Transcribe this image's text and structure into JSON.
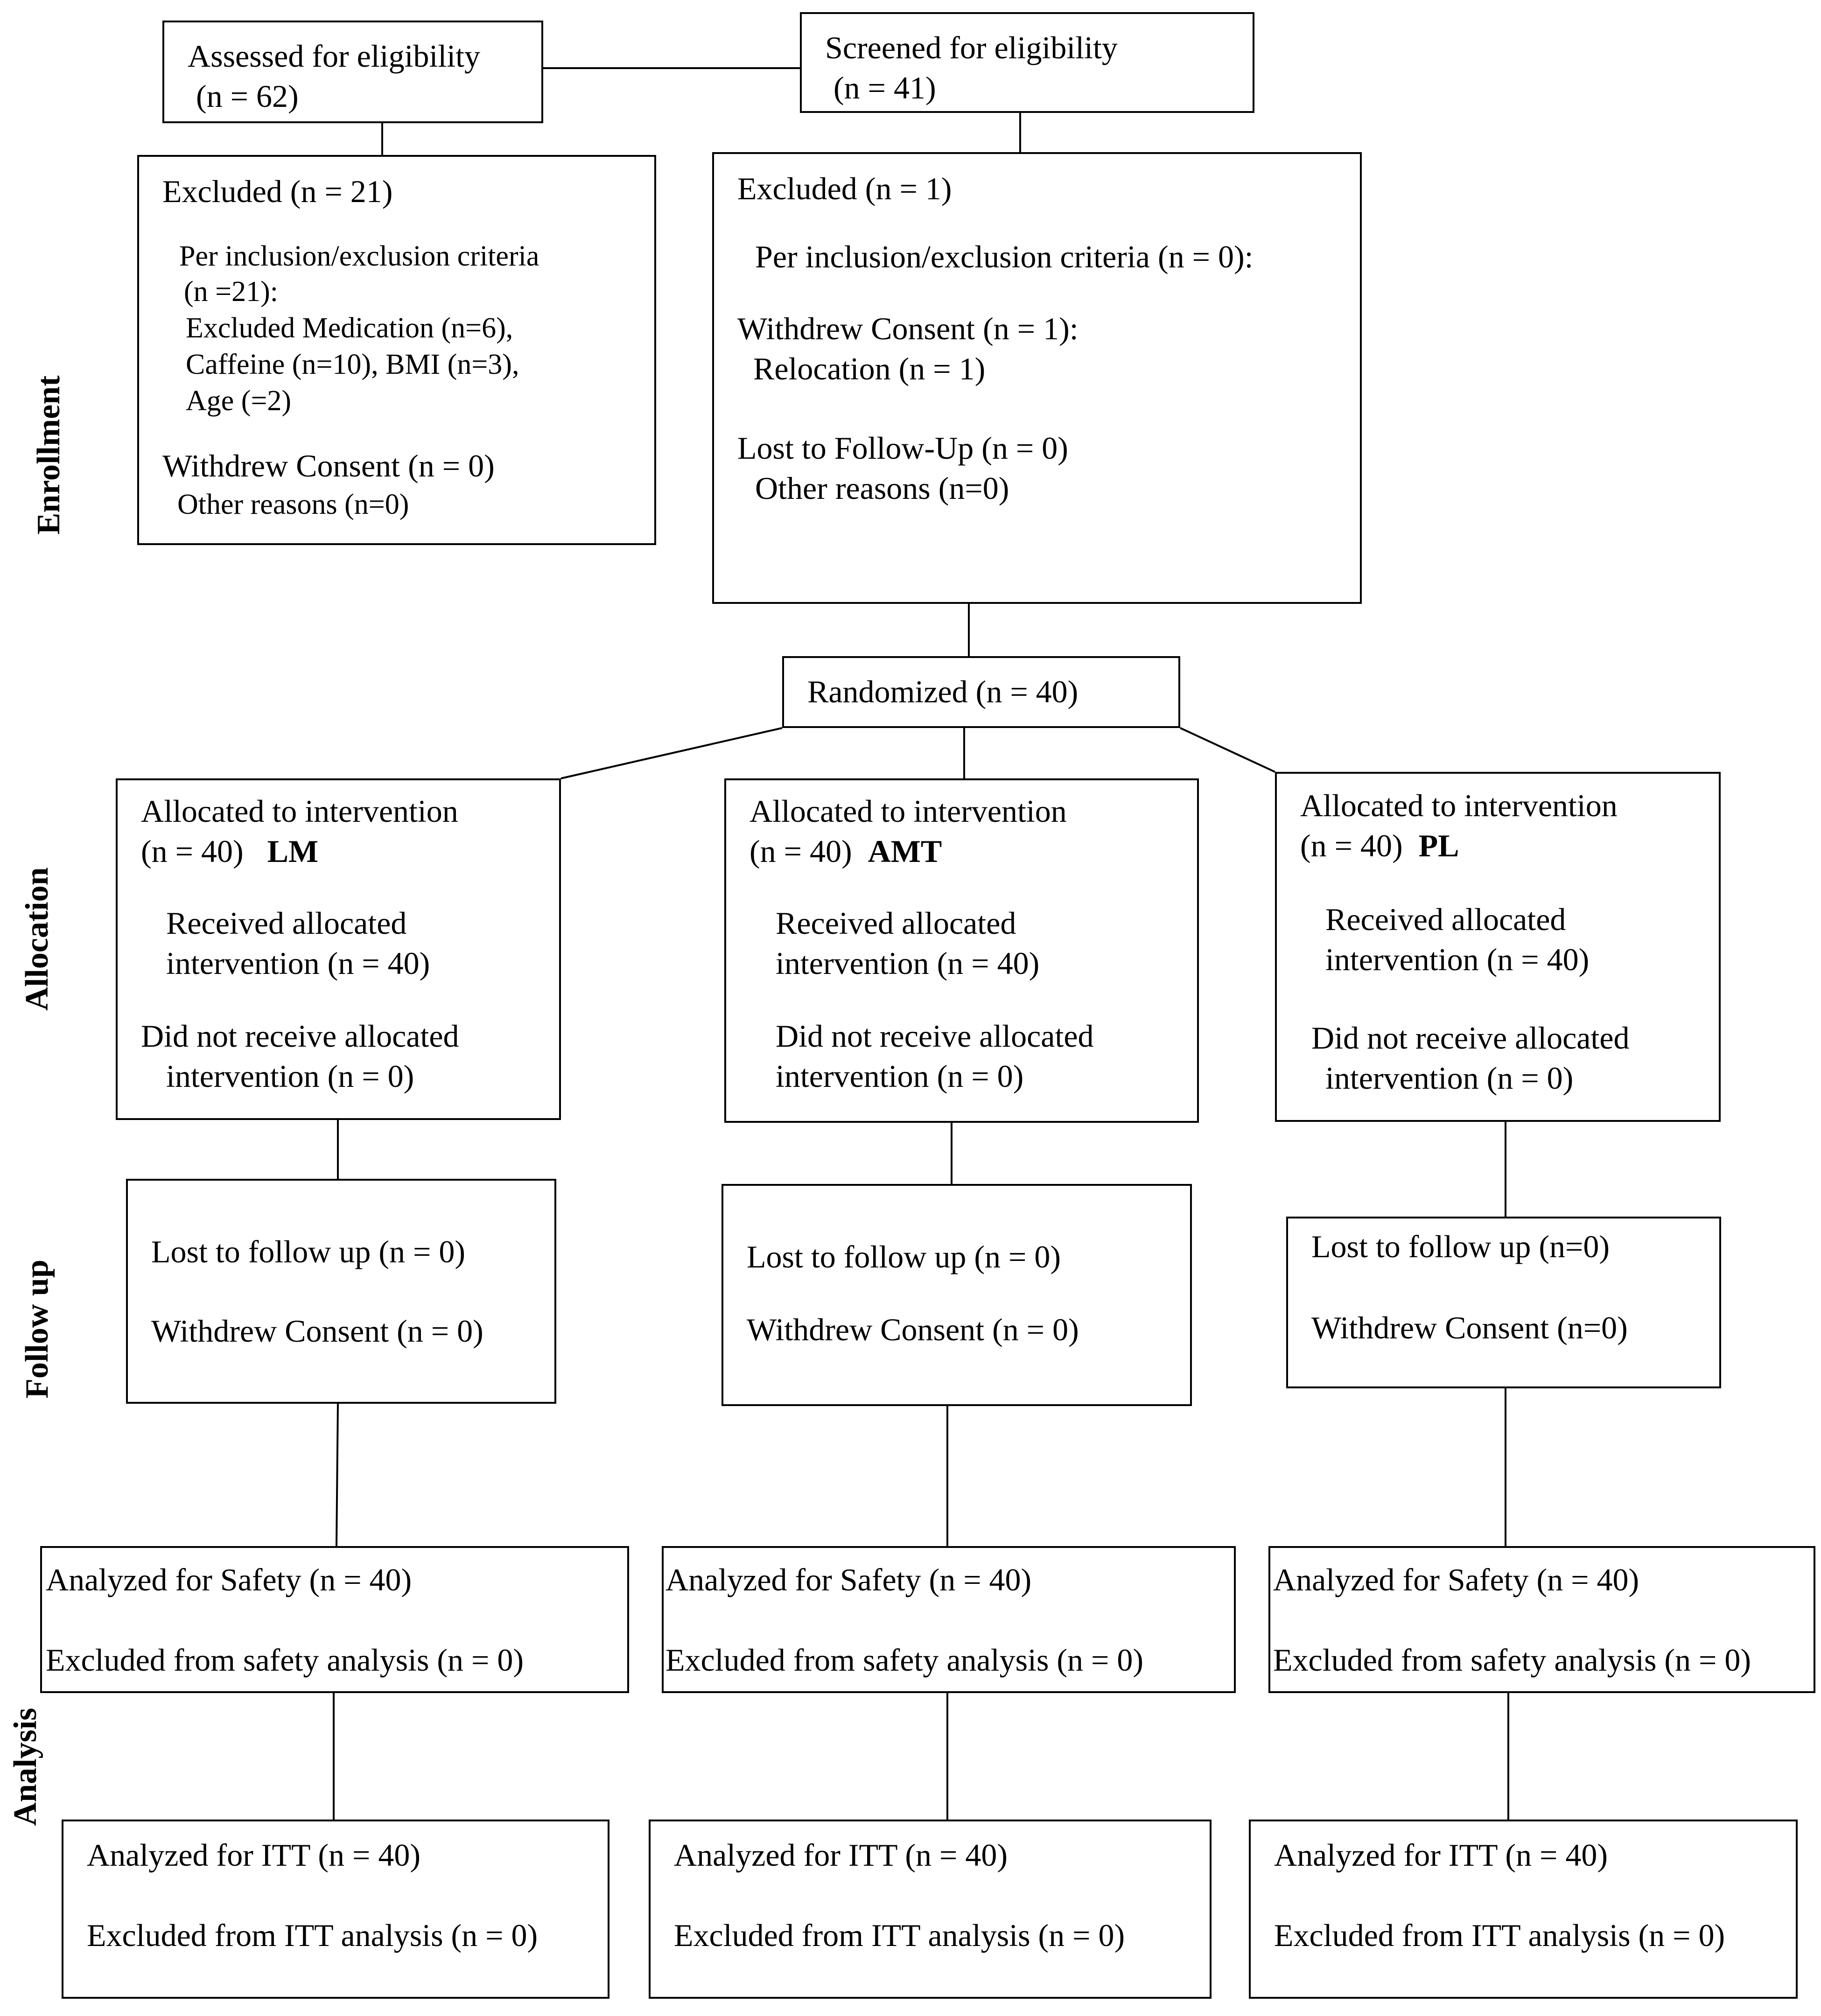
{
  "phases": {
    "enrollment": "Enrollment",
    "allocation": "Allocation",
    "follow_up": "Follow up",
    "analysis": "Analysis"
  },
  "assessed": {
    "line1": "Assessed for eligibility",
    "line2": "(n = 62)"
  },
  "screened": {
    "line1": "Screened for eligibility",
    "line2": "(n = 41)"
  },
  "excluded_left": {
    "title": "Excluded (n = 21)",
    "criteria_1": "Per inclusion/exclusion criteria",
    "criteria_2": "(n =21):",
    "criteria_3": "Excluded Medication (n=6),",
    "criteria_4": "Caffeine (n=10), BMI (n=3),",
    "criteria_5": "Age (=2)",
    "withdrew": "Withdrew Consent (n = 0)",
    "other": "Other reasons (n=0)"
  },
  "excluded_right": {
    "title": "Excluded (n = 1)",
    "criteria": "Per inclusion/exclusion criteria (n = 0):",
    "withdrew": "Withdrew Consent (n = 1):",
    "relocation": "Relocation (n = 1)",
    "lost": "Lost to Follow-Up (n = 0)",
    "other": "Other reasons (n=0)"
  },
  "randomized": "Randomized (n = 40)",
  "allocation": [
    {
      "line1": "Allocated to intervention",
      "line2": "(n = 40)",
      "arm": "LM",
      "received1": "Received allocated",
      "received2": "intervention (n = 40)",
      "notreceived1": "Did not receive allocated",
      "notreceived2": "intervention (n = 0)"
    },
    {
      "line1": "Allocated to intervention",
      "line2": "(n = 40)",
      "arm": "AMT",
      "received1": "Received allocated",
      "received2": "intervention (n = 40)",
      "notreceived1": "Did not receive allocated",
      "notreceived2": "intervention (n = 0)"
    },
    {
      "line1": "Allocated to intervention",
      "line2": "(n = 40)",
      "arm": "PL",
      "received1": "Received allocated",
      "received2": "intervention (n = 40)",
      "notreceived1": "Did not receive allocated",
      "notreceived2": "intervention (n = 0)"
    }
  ],
  "followup": [
    {
      "lost": "Lost to follow up (n = 0)",
      "withdrew": "Withdrew Consent (n = 0)"
    },
    {
      "lost": "Lost to follow up (n = 0)",
      "withdrew": "Withdrew Consent (n = 0)"
    },
    {
      "lost": "Lost to follow up (n=0)",
      "withdrew": "Withdrew Consent (n=0)"
    }
  ],
  "safety": [
    {
      "analyzed": "Analyzed for Safety (n = 40)",
      "excluded": "Excluded from safety analysis (n = 0)"
    },
    {
      "analyzed": "Analyzed for Safety (n = 40)",
      "excluded": "Excluded from safety analysis (n = 0)"
    },
    {
      "analyzed": "Analyzed for Safety (n = 40)",
      "excluded": "Excluded from safety analysis (n = 0)"
    }
  ],
  "itt": [
    {
      "analyzed": "Analyzed for ITT (n = 40)",
      "excluded": "Excluded from ITT analysis (n = 0)"
    },
    {
      "analyzed": "Analyzed for ITT (n = 40)",
      "excluded": "Excluded from ITT analysis (n = 0)"
    },
    {
      "analyzed": "Analyzed for ITT (n = 40)",
      "excluded": "Excluded from ITT analysis (n = 0)"
    }
  ]
}
